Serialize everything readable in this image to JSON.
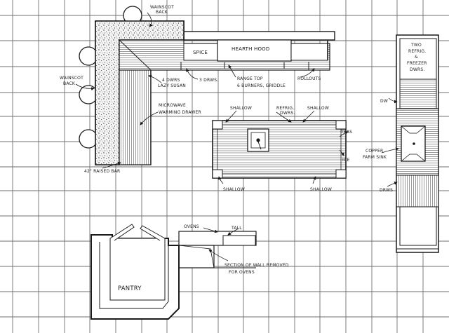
{
  "labels": {
    "wainscot_back_top": [
      "WAINSCOT",
      "BACK"
    ],
    "wainscot_back_left": [
      "WAINSCOT",
      "BACK"
    ],
    "hearth_hood": "HEARTH HOOD",
    "spice": "SPICE",
    "four_dwrs_lazy_susan": [
      "4 DWRS",
      "LAZY SUSAN"
    ],
    "three_drws": "3 DRWS.",
    "range_top": [
      "RANGE TOP",
      "6 BURNERS, GRIDDLE"
    ],
    "rollouts": "ROLLOUTS",
    "microwave_warming_drawer": [
      "MICROWAVE",
      "WARMING DRAWER"
    ],
    "shallow_left": "SHALLOW",
    "refrig_dwrs": [
      "REFRIG.",
      "DWRS."
    ],
    "shallow_right": "SHALLOW",
    "shallow_bottom_left": "SHALLOW",
    "shallow_bottom_right": "SHALLOW",
    "raised_bar": "42\" RAISED BAR",
    "tea": "TEAS",
    "ice": "ICE",
    "two_refrig_freezer": [
      "TWO",
      "REFRIG.",
      "&",
      "FREEZER",
      "DWRS."
    ],
    "dw": "DW",
    "copper_farm_sink": [
      "COPPER",
      "FARM SINK"
    ],
    "drws": "DRWS",
    "ovens": "OVENS",
    "tall": "TALL",
    "section_of_wall": [
      "SECTION OF WALL REMOVED",
      "FOR OVENS"
    ],
    "pantry": "PANTRY"
  },
  "colors": {
    "ink": "#1a1a1a",
    "grid": "#6f6f6f",
    "paper": "#ffffff"
  }
}
